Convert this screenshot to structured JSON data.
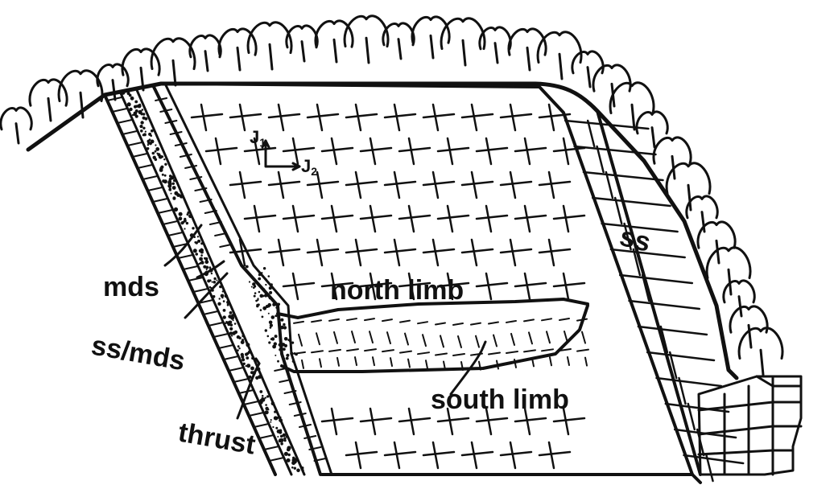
{
  "labels": {
    "mds": "mds",
    "ss_mds": "ss/mds",
    "thrust": "thrust",
    "north_limb": "north limb",
    "south_limb": "south limb",
    "ss": "ss",
    "joint_j1": "J",
    "joint_j1_sub": "1",
    "joint_j2": "J",
    "joint_j2_sub": "2"
  },
  "colors": {
    "ink": "#111111",
    "paper": "#ffffff"
  }
}
